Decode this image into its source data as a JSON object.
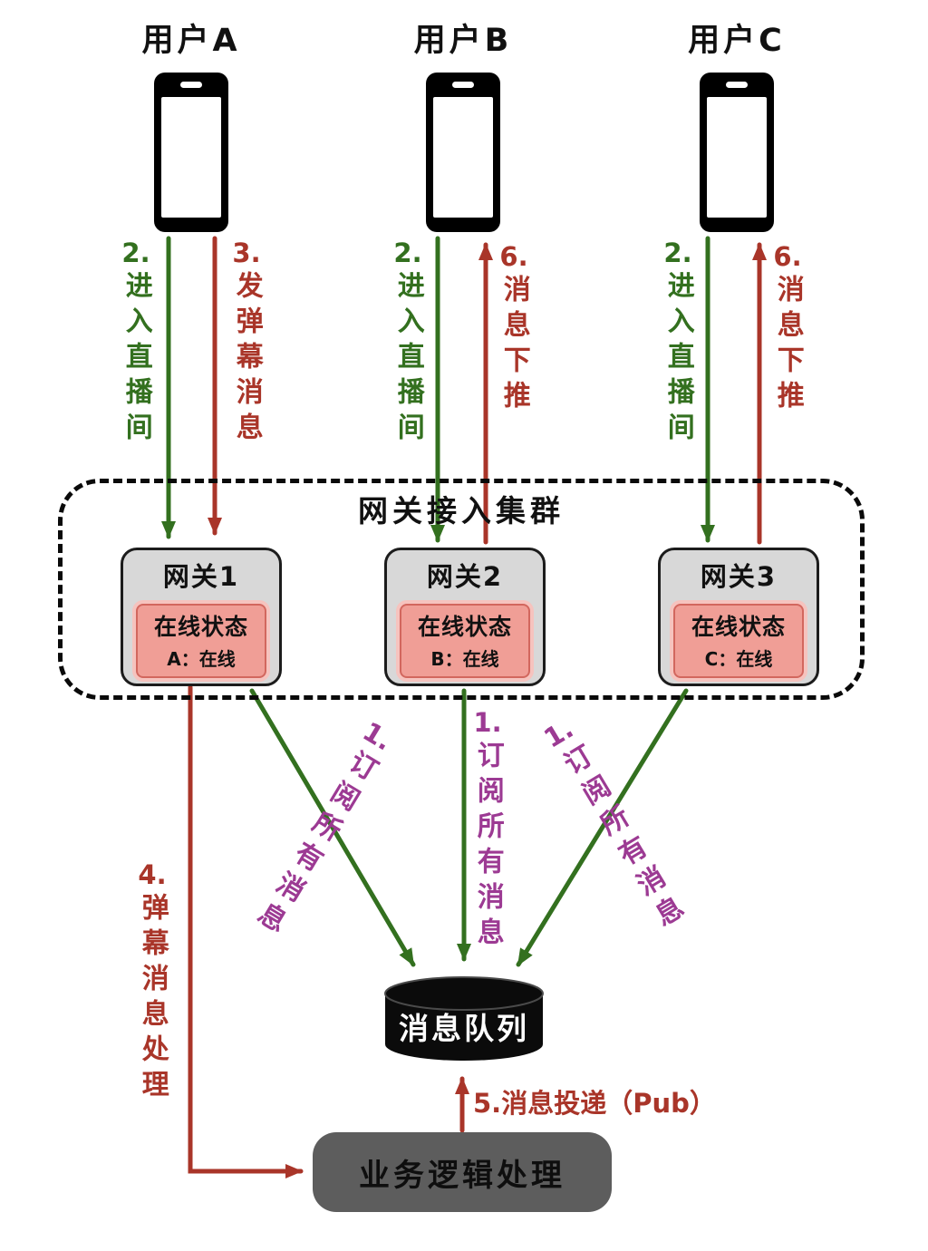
{
  "colors": {
    "green": "#33701f",
    "red": "#a93529",
    "purple": "#9c3a93",
    "ink": "#111111",
    "gateway_fill": "#d8d8d8",
    "gateway_border": "#1c1c1c",
    "status_outer": "#f6c3be",
    "status_fill": "#f09e96",
    "status_border": "#d2675e",
    "queue_fill": "#0b0b0b",
    "queue_text": "#ffffff",
    "logic_fill": "#5d5d5d",
    "logic_text": "#0e0e0e"
  },
  "users": [
    {
      "label": "用户A"
    },
    {
      "label": "用户B"
    },
    {
      "label": "用户C"
    }
  ],
  "cluster": {
    "title": "网关接入集群",
    "gateways": [
      {
        "title": "网关1",
        "status_title": "在线状态",
        "status_value": "A：在线"
      },
      {
        "title": "网关2",
        "status_title": "在线状态",
        "status_value": "B：在线"
      },
      {
        "title": "网关3",
        "status_title": "在线状态",
        "status_value": "C：在线"
      }
    ]
  },
  "queue": {
    "label": "消息队列"
  },
  "logic": {
    "label": "业务逻辑处理"
  },
  "edges": {
    "a_enter": {
      "num": "2.",
      "text": "进入直播间"
    },
    "a_send": {
      "num": "3.",
      "text": "发弹幕消息"
    },
    "b_enter": {
      "num": "2.",
      "text": "进入直播间"
    },
    "b_push": {
      "num": "6.",
      "text": "消息下推"
    },
    "c_enter": {
      "num": "2.",
      "text": "进入直播间"
    },
    "c_push": {
      "num": "6.",
      "text": "消息下推"
    },
    "sub_left": {
      "num": "1.",
      "text": "订阅所有消息"
    },
    "sub_mid": {
      "num": "1.",
      "text": "订阅所有消息"
    },
    "sub_right": {
      "num": "1.",
      "text": "订阅所有消息"
    },
    "process": {
      "num": "4.",
      "text": "弹幕消息处理"
    },
    "publish": {
      "label": "5.消息投递（Pub）"
    }
  }
}
